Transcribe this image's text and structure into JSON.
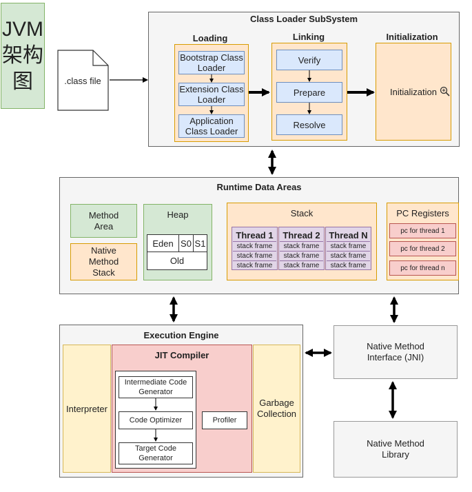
{
  "corner_title": "JVM架构图",
  "class_file": ".class file",
  "cls": {
    "title": "Class Loader SubSystem",
    "loading": "Loading",
    "linking": "Linking",
    "initialization_header": "Initialization",
    "bootstrap": "Bootstrap Class Loader",
    "extension": "Extension Class Loader",
    "application": "Application Class Loader",
    "verify": "Verify",
    "prepare": "Prepare",
    "resolve": "Resolve",
    "initialization": "Initialization"
  },
  "rda": {
    "title": "Runtime Data Areas",
    "method_area": "Method Area",
    "native_stack": "Native Method Stack",
    "heap": "Heap",
    "eden": "Eden",
    "s0": "S0",
    "s1": "S1",
    "old": "Old",
    "stack": "Stack",
    "threads": [
      {
        "name": "Thread 1",
        "frames": [
          "stack frame",
          "stack frame",
          "stack frame"
        ]
      },
      {
        "name": "Thread 2",
        "frames": [
          "stack frame",
          "stack frame",
          "stack frame"
        ]
      },
      {
        "name": "Thread N",
        "frames": [
          "stack frame",
          "stack frame",
          "stack frame"
        ]
      }
    ],
    "pc_registers": "PC Registers",
    "pc_items": [
      "pc for thread 1",
      "pc for thread 2",
      "pc for thread n"
    ]
  },
  "ee": {
    "title": "Execution Engine",
    "interpreter": "Interpreter",
    "jit": "JIT Compiler",
    "icg": "Intermediate Code Generator",
    "optimizer": "Code Optimizer",
    "tcg": "Target Code Generator",
    "profiler": "Profiler",
    "gc": "Garbage Collection"
  },
  "jni": "Native Method Interface (JNI)",
  "nml": "Native Method Library"
}
